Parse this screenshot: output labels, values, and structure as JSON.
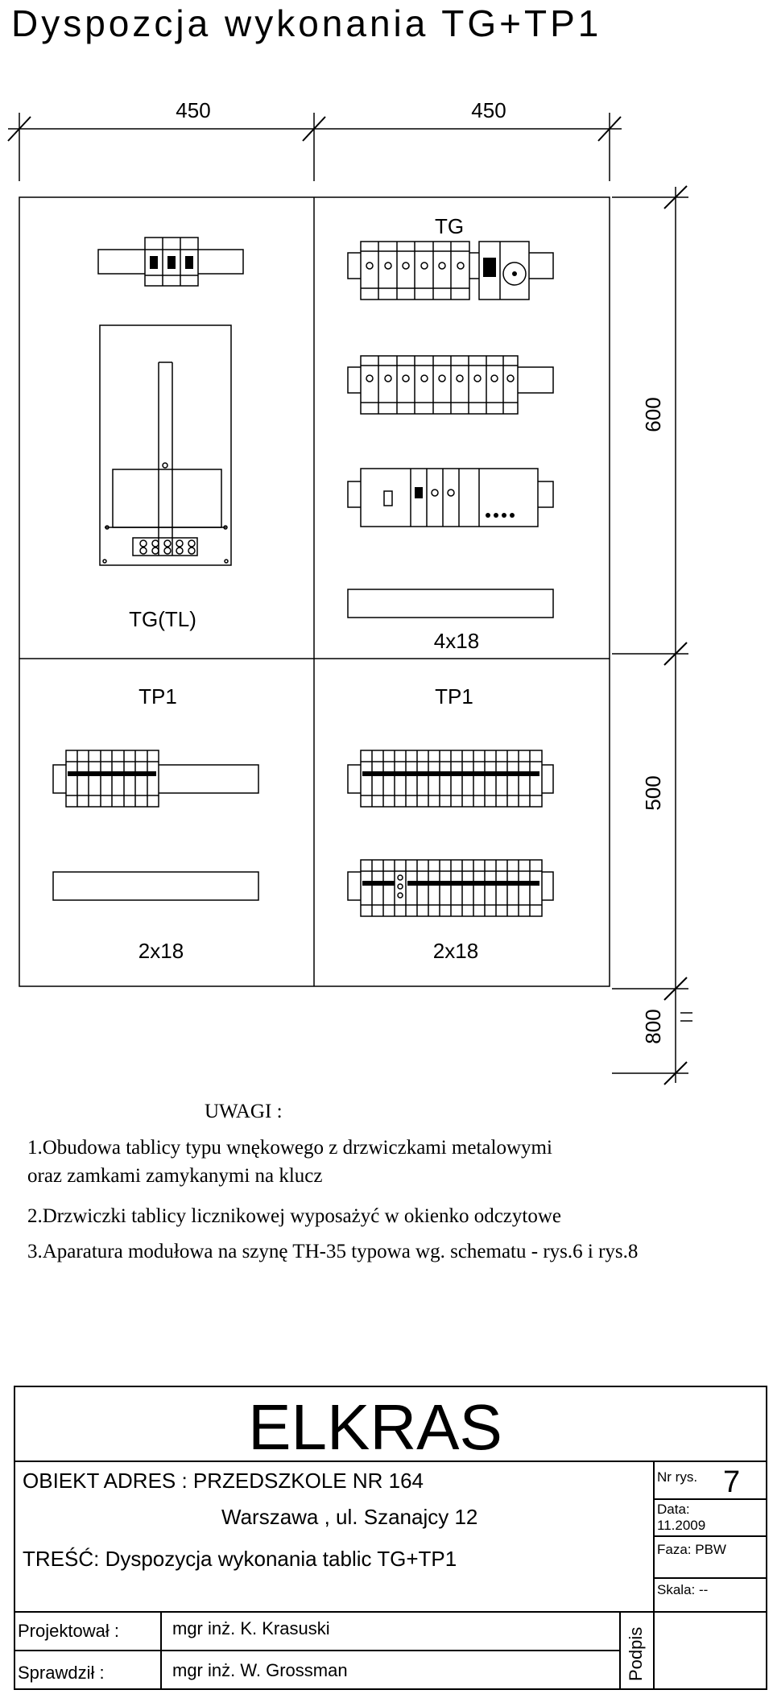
{
  "title": "Dyspozcja  wykonania  TG+TP1",
  "dimensions": {
    "top_left": "450",
    "top_right": "450",
    "right_upper": "600",
    "right_lower": "500",
    "right_bottom": "800"
  },
  "panels": {
    "tg_tl_label": "TG(TL)",
    "tg_label": "TG",
    "tg_size": "4x18",
    "tp1_left_label": "TP1",
    "tp1_right_label": "TP1",
    "tp1_left_size": "2x18",
    "tp1_right_size": "2x18"
  },
  "notes": {
    "heading": "UWAGI :",
    "line1": "1.Obudowa tablicy typu wnękowego z drzwiczkami metalowymi",
    "line2": "oraz zamkami zamykanymi na klucz",
    "line3": "2.Drzwiczki tablicy licznikowej wyposażyć w okienko odczytowe",
    "line4": "3.Aparatura modułowa na szynę TH-35 typowa wg. schematu - rys.6 i rys.8"
  },
  "title_block": {
    "company": "ELKRAS",
    "object": "OBIEKT ADRES : PRZEDSZKOLE NR 164",
    "address": "Warszawa , ul. Szanajcy 12",
    "content": "TREŚĆ: Dyspozycja wykonania tablic TG+TP1",
    "nr_label": "Nr rys.",
    "nr_value": "7",
    "date_label": "Data:",
    "date_value": "11.2009",
    "phase": "Faza: PBW",
    "scale": "Skala: --",
    "designer_label": "Projektował :",
    "designer_name": "mgr inż. K. Krasuski",
    "checker_label": "Sprawdził :",
    "checker_name": "mgr inż. W. Grossman",
    "signature_label": "Podpis"
  }
}
